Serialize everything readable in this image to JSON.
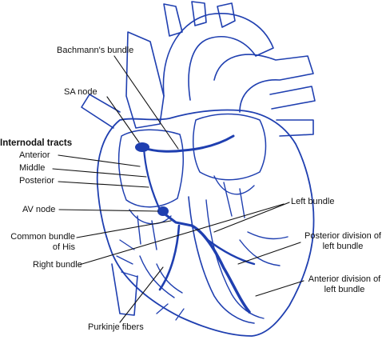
{
  "colors": {
    "anatomy": "#1f3fb0",
    "leader": "#111111",
    "text": "#111111"
  },
  "labels": {
    "bachmanns_bundle": "Bachmann's bundle",
    "sa_node": "SA node",
    "internodal_tracts": "Internodal tracts",
    "anterior": "Anterior",
    "middle": "Middle",
    "posterior": "Posterior",
    "av_node": "AV node",
    "common_bundle_line1": "Common bundle",
    "common_bundle_line2": "of His",
    "right_bundle": "Right bundle",
    "purkinje_fibers": "Purkinje fibers",
    "left_bundle": "Left bundle",
    "posterior_division_line1": "Posterior division of",
    "posterior_division_line2": "left bundle",
    "anterior_division_line1": "Anterior division of",
    "anterior_division_line2": "left bundle"
  }
}
